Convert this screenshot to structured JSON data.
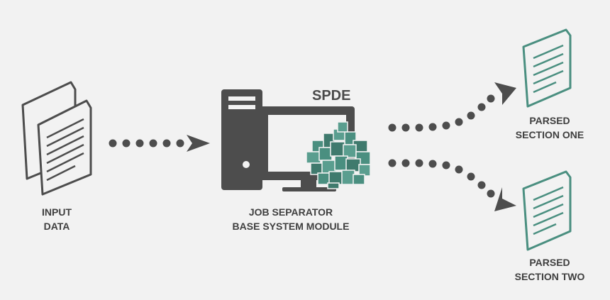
{
  "nodes": {
    "input": {
      "line1": "INPUT",
      "line2": "DATA"
    },
    "module": {
      "brand": "SPDE",
      "line1": "JOB SEPARATOR",
      "line2": "BASE SYSTEM MODULE"
    },
    "output_one": {
      "line1": "PARSED",
      "line2": "SECTION ONE"
    },
    "output_two": {
      "line1": "PARSED",
      "line2": "SECTION TWO"
    }
  },
  "colors": {
    "background": "#f2f2f2",
    "dark": "#4d4d4d",
    "accent": "#4a8f80",
    "text": "#3f3f3f"
  },
  "icons": [
    "document-stack-icon",
    "computer-server-icon",
    "cube-cluster-icon",
    "document-icon"
  ]
}
